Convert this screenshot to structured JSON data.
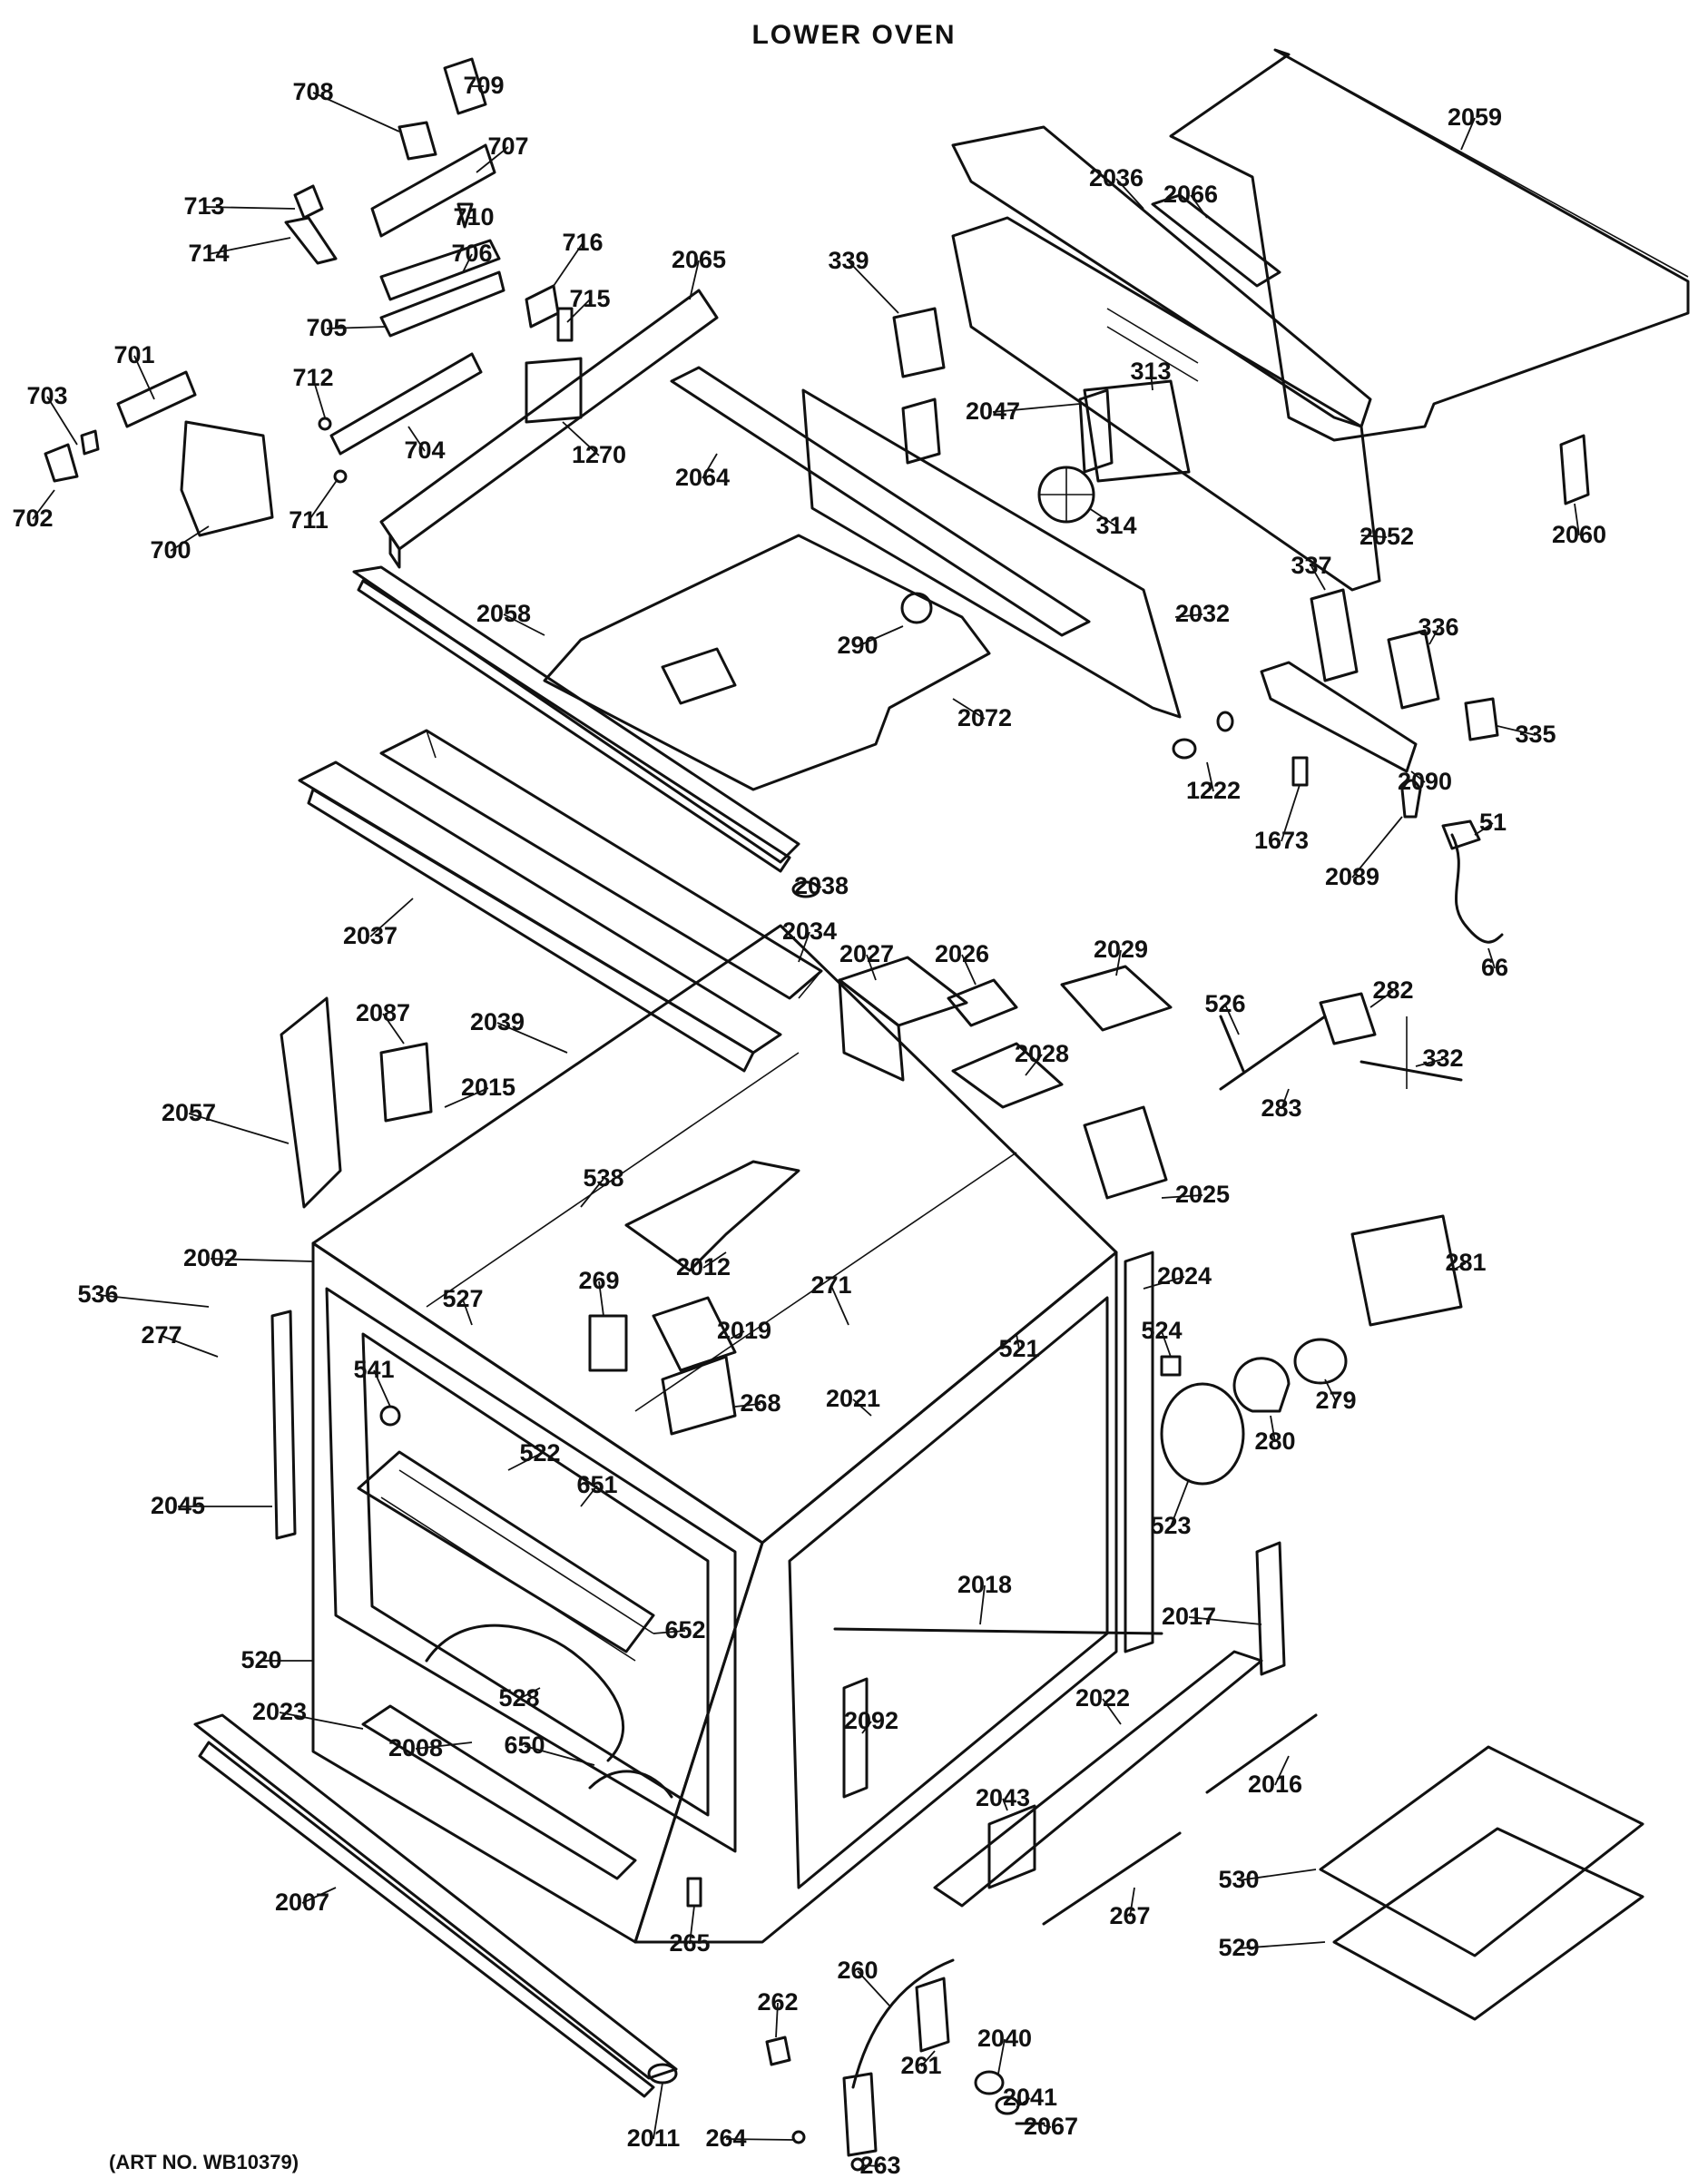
{
  "title": "LOWER OVEN",
  "art_number": "(ART NO. WB10379)",
  "part_numbers": [
    "700",
    "701",
    "702",
    "703",
    "704",
    "705",
    "706",
    "707",
    "708",
    "709",
    "710",
    "711",
    "712",
    "713",
    "714",
    "715",
    "716",
    "1270",
    "2065",
    "339",
    "2036",
    "2066",
    "2059",
    "2047",
    "313",
    "2064",
    "314",
    "2052",
    "2060",
    "2032",
    "337",
    "336",
    "290",
    "2058",
    "2072",
    "335",
    "2090",
    "1222",
    "1673",
    "2089",
    "51",
    "66",
    "2037",
    "2038",
    "2034",
    "2027",
    "2026",
    "2029",
    "526",
    "282",
    "283",
    "332",
    "2057",
    "2087",
    "2039",
    "2015",
    "2028",
    "538",
    "2025",
    "2002",
    "536",
    "277",
    "527",
    "269",
    "2012",
    "2019",
    "271",
    "2024",
    "281",
    "524",
    "279",
    "280",
    "268",
    "541",
    "2021",
    "521",
    "522",
    "651",
    "523",
    "2045",
    "2018",
    "652",
    "2017",
    "520",
    "528",
    "2022",
    "2023",
    "2008",
    "650",
    "2092",
    "2043",
    "2016",
    "530",
    "267",
    "2007",
    "265",
    "529",
    "260",
    "262",
    "2040",
    "2041",
    "261",
    "2067",
    "2011",
    "264",
    "263"
  ]
}
